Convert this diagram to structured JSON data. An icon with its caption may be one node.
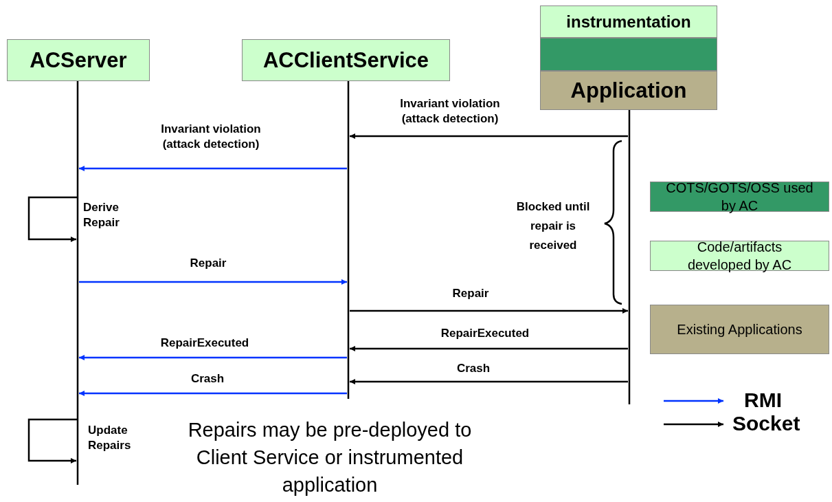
{
  "diagram": {
    "nodes": [
      {
        "text": [
          "ACServer"
        ]
      },
      {
        "text": [
          "ACClientService"
        ]
      },
      {
        "text": [
          "instrumentation"
        ]
      },
      {
        "text": [],
        "shape": "box"
      },
      {
        "text": [
          "Application"
        ]
      }
    ],
    "edges": [
      {
        "from": 4,
        "to": 1,
        "arrow": "to",
        "label": "Invariant violation (attack detection)"
      },
      {
        "from": 1,
        "to": 0,
        "arrow": "to",
        "label": "Invariant violation (attack detection)",
        "color": "#0033ff"
      },
      {
        "from": 0,
        "to": 0,
        "arrow": "to",
        "label": "Derive Repair"
      },
      {
        "from": 0,
        "to": 1,
        "arrow": "to",
        "label": "Repair",
        "color": "#0033ff"
      },
      {
        "from": 1,
        "to": 4,
        "arrow": "to",
        "label": "Repair"
      },
      {
        "from": 4,
        "to": 1,
        "arrow": "to",
        "label": "RepairExecuted"
      },
      {
        "from": 1,
        "to": 0,
        "arrow": "to",
        "label": "RepairExecuted",
        "color": "#0033ff"
      },
      {
        "from": 4,
        "to": 1,
        "arrow": "to",
        "label": "Crash"
      },
      {
        "from": 1,
        "to": 0,
        "arrow": "to",
        "label": "Crash",
        "color": "#0033ff"
      },
      {
        "from": 0,
        "to": 0,
        "arrow": "to",
        "label": "Update Repairs"
      }
    ],
    "labels": [
      "Blocked until repair is received",
      "Repairs may be pre-deployed to Client Service or instrumented application"
    ],
    "legend": [
      {
        "text": "COTS/GOTS/OSS used by AC",
        "color": "#339966"
      },
      {
        "text": "Code/artifacts developed by AC",
        "color": "#ccffcc"
      },
      {
        "text": "Existing Applications",
        "color": "#b7b08c"
      },
      {
        "text": "RMI"
      },
      {
        "text": "Socket"
      }
    ]
  }
}
